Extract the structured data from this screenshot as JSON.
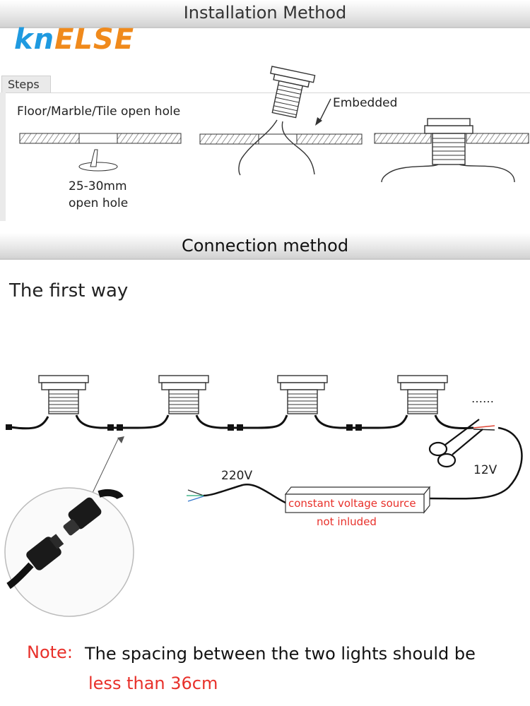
{
  "banner_installation": "Installation Method",
  "logo": {
    "part1": "kn",
    "part2": "ELSE"
  },
  "steps_label": "Steps",
  "step1_caption": "Floor/Marble/Tile open hole",
  "hole_size_line1": "25-30mm",
  "hole_size_line2": "open hole",
  "embedded_label": "Embedded",
  "banner_connection": "Connection method",
  "first_way": "The first way",
  "ellipsis": "……",
  "voltage_in": "220V",
  "voltage_out": "12V",
  "source_label": "constant voltage source",
  "not_included": "not inluded",
  "note_label": "Note:",
  "note_text": "The spacing between the two lights should be",
  "note_highlight": "less than 36cm",
  "colors": {
    "red": "#e8302a",
    "blue_logo": "#1f9ae0",
    "orange_logo": "#f08a1c"
  }
}
